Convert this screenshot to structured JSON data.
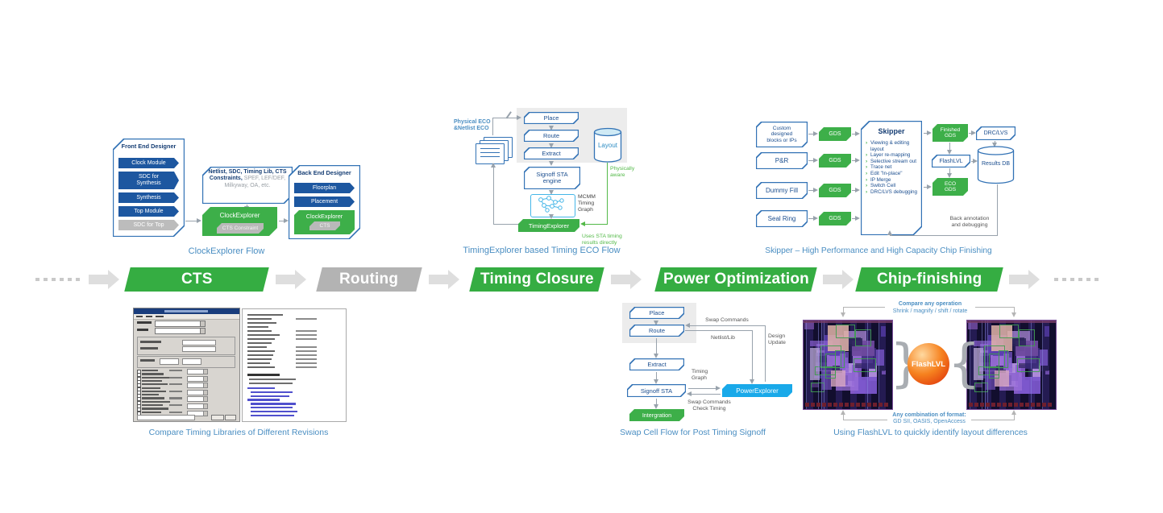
{
  "colors": {
    "green": "#3daf49",
    "band_green": "#35ad42",
    "navy_bar": "#1d57a0",
    "blue_border": "#3272b5",
    "caption_blue": "#4a8ec2",
    "cyan": "#19a9e9",
    "gray_bar": "#b9b9b9",
    "green_text": "#53b948"
  },
  "band": {
    "stages": [
      {
        "label": "CTS",
        "style": "green"
      },
      {
        "label": "Routing",
        "style": "gray"
      },
      {
        "label": "Timing Closure",
        "style": "green"
      },
      {
        "label": "Power Optimization",
        "style": "green"
      },
      {
        "label": "Chip-finishing",
        "style": "green"
      }
    ]
  },
  "clockexplorer": {
    "caption": "ClockExplorer Flow",
    "front_end": {
      "title": "Front End Designer",
      "items": [
        "Clock Module",
        "SDC for\nSynthesis",
        "Synthesis",
        "Top Module",
        "SDC for Top"
      ]
    },
    "note": {
      "primary": "Netlist, SDC, Timing Lib, CTS Constraints,",
      "secondary": " SPEF, LEF/DEF, Milkyway, OA, etc."
    },
    "tool": {
      "label": "ClockExplorer",
      "badge": "CTS Constraint"
    },
    "back_end": {
      "title": "Back End Designer",
      "items": [
        "Floorplan",
        "Placement"
      ],
      "tool": {
        "label": "ClockExplorer",
        "badge": "CTS"
      }
    }
  },
  "timing_eco": {
    "caption": "TimingExplorer based Timing ECO Flow",
    "eco_note": "Physical ECO\n&Netlist ECO",
    "steps": [
      "Place",
      "Route",
      "Extract"
    ],
    "sta": "Signoff STA\nengine",
    "mcmm": "MCMM\nTiming\nGraph",
    "tool": "TimingExplorer",
    "layout_db": "Layout",
    "physically_aware": "Physically\naware",
    "uses_sta": "Uses STA timing\nresults directly"
  },
  "skipper": {
    "caption": "Skipper  –  High Performance and High Capacity Chip Finishing",
    "inputs": [
      "Custom\ndesigned\nblocks or IPs",
      "P&R",
      "Dummy Fill",
      "Seal Ring"
    ],
    "gds_label": "GDS",
    "title": "Skipper",
    "bullet": "›",
    "features": [
      "Viewing & editing layout",
      "Layer re-mapping",
      "Selective stream out",
      "Trace net",
      "Edit \"In-place\"",
      "IP Merge",
      "Switch Cell",
      "DRC/LVS debugging"
    ],
    "finished_gds": "Finished\nGDS",
    "drc_lvs": "DRC/LVS",
    "flashlvl": "FlashLVL",
    "eco_gds": "ECO\nGDS",
    "results_db": "Results DB",
    "back_annotation": "Back annotation\nand debugging"
  },
  "compare_libs": {
    "caption": "Compare Timing Libraries of Different Revisions"
  },
  "swap_cell": {
    "caption": "Swap Cell Flow for Post Timing Signoff",
    "steps": [
      "Place",
      "Route",
      "Extract",
      "Signoff STA"
    ],
    "integration": "Intergration",
    "power_explorer": "PowerExplorer",
    "labels": {
      "swap_commands": "Swap Commands",
      "netlist_lib": "Netlist/Lib",
      "design_update": "Design\nUpdate",
      "timing_graph": "Timing\nGraph",
      "swap_check": "Swap Commands\nCheck Timing"
    }
  },
  "flashlvl": {
    "caption": "Using FlashLVL to quickly identify layout differences",
    "ball": "FlashLVL",
    "top_title": "Compare any operation",
    "top_sub": "Shrink / magnify / shift / rotate",
    "bottom_title": "Any combination of format:",
    "bottom_sub": "GD SII, OASIS, OpenAccess",
    "brace_left": "}",
    "brace_right": "{"
  }
}
